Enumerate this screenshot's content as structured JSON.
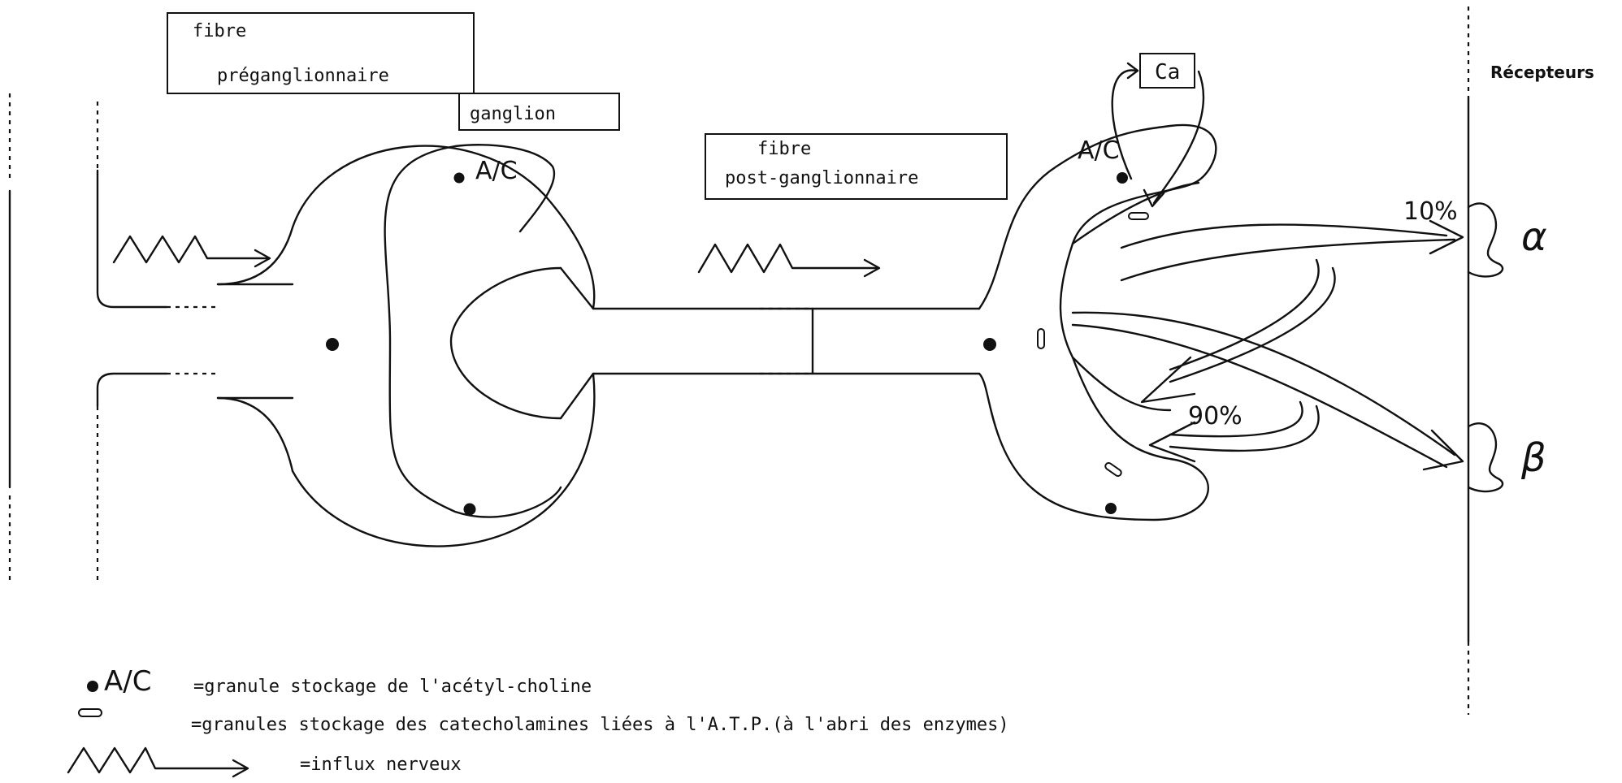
{
  "labels": {
    "fibre_pre_line1": "fibre",
    "fibre_pre_line2": "préganglionnaire",
    "ganglion": "ganglion",
    "fibre_post_line1": "fibre",
    "fibre_post_line2": "post-ganglionnaire",
    "ca": "Ca",
    "recepteurs": "Récepteurs",
    "ac_ganglion": "A/C",
    "ac_terminal": "A/C",
    "pct_10": "10%",
    "pct_90": "90%",
    "alpha": "α",
    "beta": "β"
  },
  "legend": {
    "ac_symbol": "A/C",
    "ac_text": "=granule stockage de l'acétyl-choline",
    "cat_text": "=granules stockage des catecholamines liées à l'A.T.P.(à l'abri des enzymes)",
    "influx_text": "=influx nerveux"
  }
}
